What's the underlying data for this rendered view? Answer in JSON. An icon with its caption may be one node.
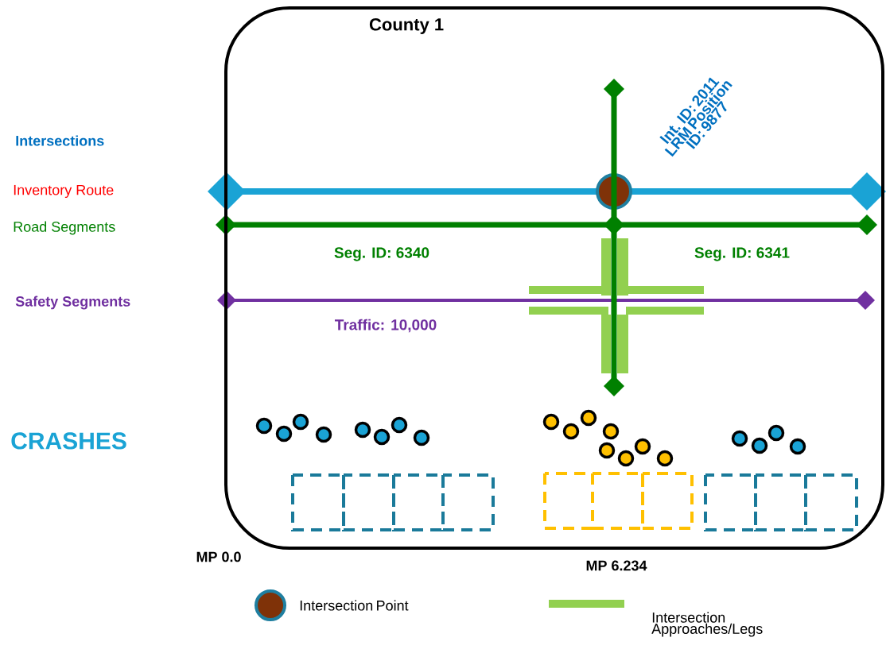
{
  "diagram": {
    "nodes": [
      {
        "text": [
          "County 1"
        ]
      }
    ],
    "labels": [
      "Intersections",
      "Inventory Route",
      "Road Segments",
      "Safety Segments",
      "CRASHES",
      "Int. ID: 2011 LRM Position ID: 9877",
      "Seg. ID: 6340",
      "Seg. ID: 6341",
      "Traffic: 10,000",
      "MP 0.0",
      "MP 6.234"
    ],
    "legend": [
      {
        "text": "Intersection Point"
      },
      {
        "text": "Intersection Approaches/Legs",
        "color": "#92d050"
      }
    ]
  }
}
